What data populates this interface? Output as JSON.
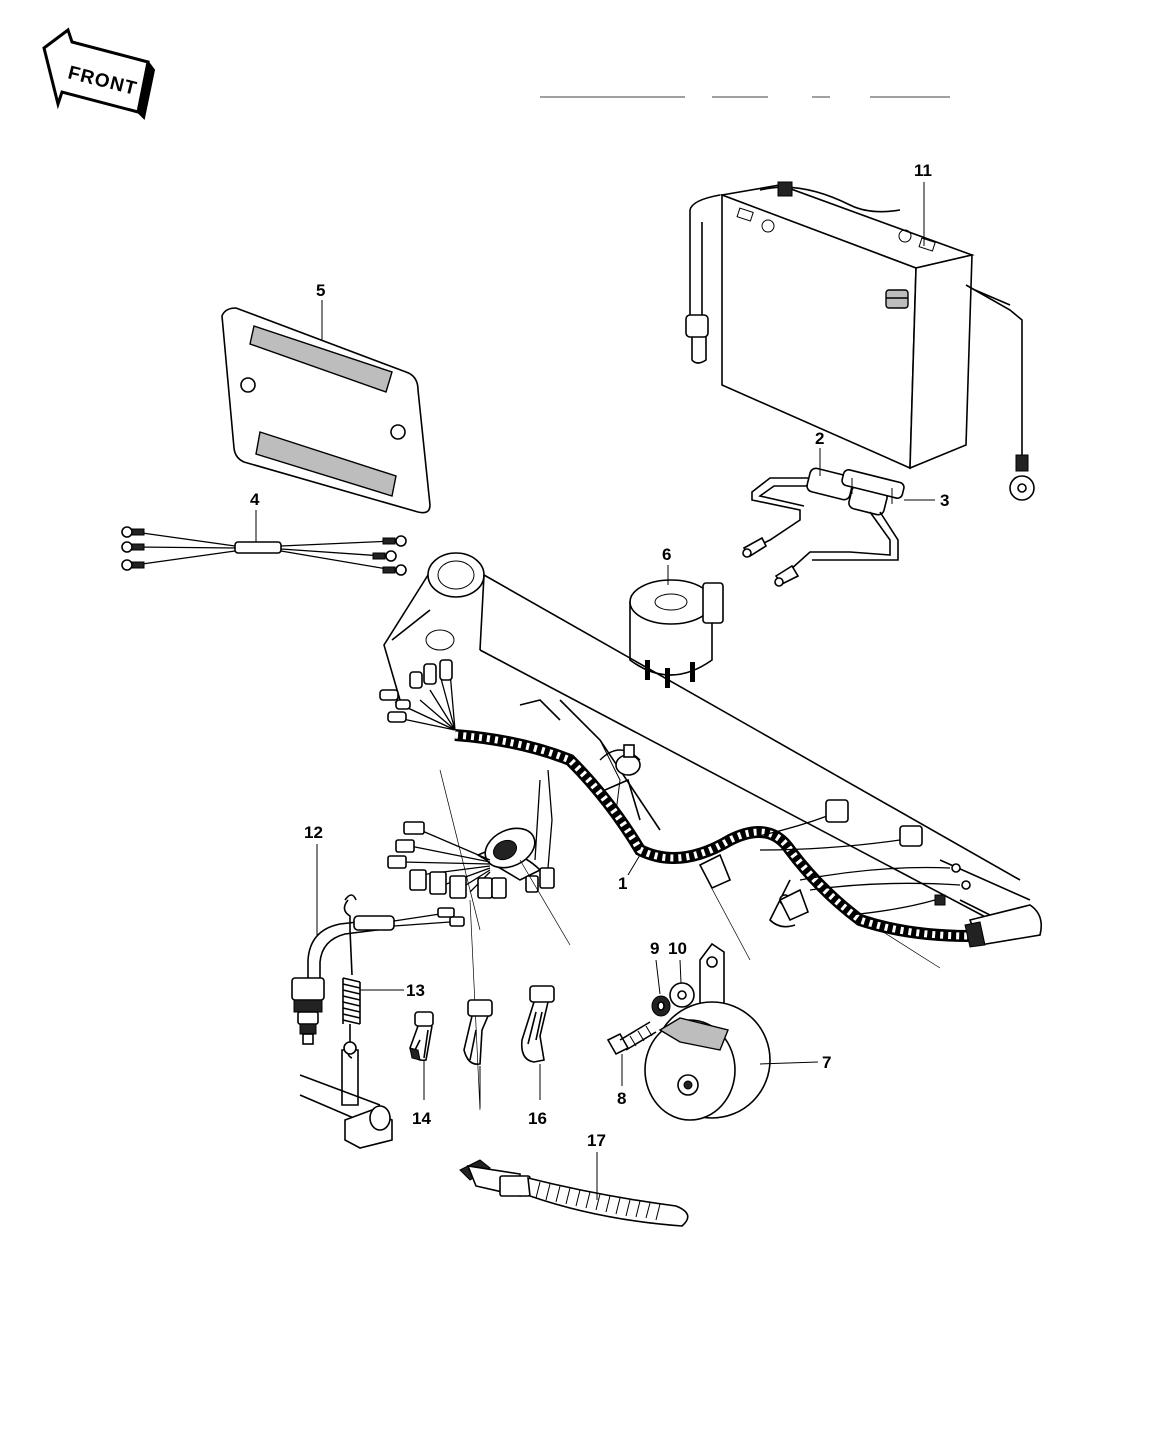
{
  "direction_arrow": {
    "label": "FRONT"
  },
  "callouts": [
    {
      "id": "1",
      "label": "1"
    },
    {
      "id": "2",
      "label": "2"
    },
    {
      "id": "3",
      "label": "3"
    },
    {
      "id": "4",
      "label": "4"
    },
    {
      "id": "5",
      "label": "5"
    },
    {
      "id": "6",
      "label": "6"
    },
    {
      "id": "7",
      "label": "7"
    },
    {
      "id": "8",
      "label": "8"
    },
    {
      "id": "9",
      "label": "9"
    },
    {
      "id": "10",
      "label": "10"
    },
    {
      "id": "11",
      "label": "11"
    },
    {
      "id": "12",
      "label": "12"
    },
    {
      "id": "13",
      "label": "13"
    },
    {
      "id": "14",
      "label": "14"
    },
    {
      "id": "16",
      "label": "16"
    },
    {
      "id": "17",
      "label": "17"
    }
  ]
}
